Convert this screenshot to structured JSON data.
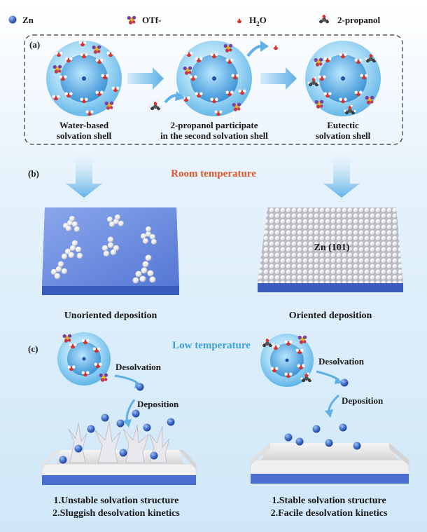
{
  "legend": {
    "zn": "Zn",
    "otf": "OTf-",
    "water_h": "H",
    "water_sub": "2",
    "water_o": "O",
    "propanol": "2-propanol"
  },
  "panel_a": {
    "label": "(a)",
    "shell1": {
      "line1": "Water-based",
      "line2": "solvation shell"
    },
    "shell2": {
      "line1": "2-propanol participate",
      "line2": "in the second solvation shell"
    },
    "shell3": {
      "line1": "Eutectic",
      "line2": "solvation shell"
    }
  },
  "panel_b": {
    "label": "(b)",
    "title": "Room temperature",
    "left_caption": "Unoriented deposition",
    "right_caption": "Oriented deposition",
    "plane_label": "Zn (101)"
  },
  "panel_c": {
    "label": "(c)",
    "title": "Low temperature",
    "left": {
      "step1": "Desolvation",
      "step2": "Deposition",
      "line1": "1.Unstable solvation structure",
      "line2": "2.Sluggish desolvation kinetics"
    },
    "right": {
      "step1": "Desolvation",
      "step2": "Deposition",
      "line1": "1.Stable solvation structure",
      "line2": "2.Facile desolvation kinetics"
    }
  },
  "colors": {
    "zn_blue": "#3f6fc9",
    "shell_blue": "#8fd3f4",
    "title_room": "#e2572a",
    "title_low": "#3aa0d8",
    "substrate": "#4a6fd0",
    "otf_purple": "#7a3ea8",
    "otf_yellow": "#e7b521",
    "water_red": "#d8322d"
  }
}
